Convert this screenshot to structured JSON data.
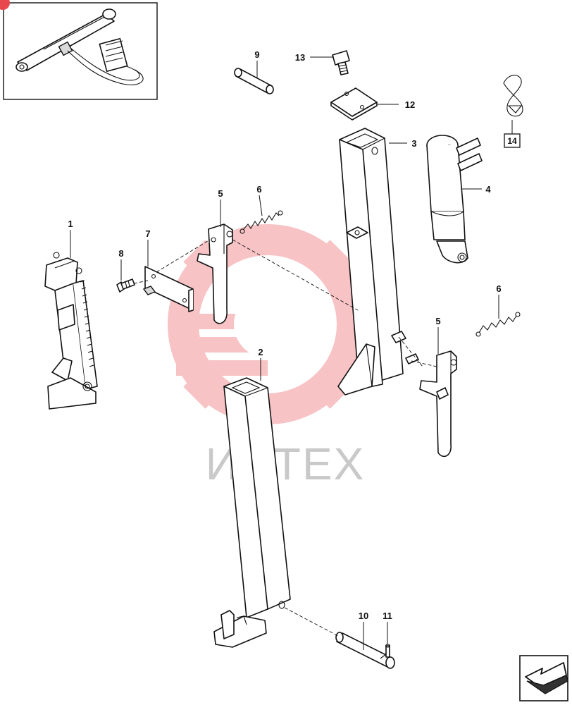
{
  "inset_badge": "",
  "watermark": {
    "text": "ИНТЕХ",
    "color": "#e8474d"
  },
  "callouts": [
    {
      "id": "c9",
      "label": "9"
    },
    {
      "id": "c13",
      "label": "13"
    },
    {
      "id": "c12",
      "label": "12"
    },
    {
      "id": "c3",
      "label": "3"
    },
    {
      "id": "c4",
      "label": "4"
    },
    {
      "id": "c14",
      "label": "14"
    },
    {
      "id": "c5a",
      "label": "5"
    },
    {
      "id": "c6a",
      "label": "6"
    },
    {
      "id": "c1",
      "label": "1"
    },
    {
      "id": "c7",
      "label": "7"
    },
    {
      "id": "c8",
      "label": "8"
    },
    {
      "id": "c6b",
      "label": "6"
    },
    {
      "id": "c5b",
      "label": "5"
    },
    {
      "id": "c2",
      "label": "2"
    },
    {
      "id": "c10",
      "label": "10"
    },
    {
      "id": "c11",
      "label": "11"
    }
  ],
  "nav": {
    "icon": "arrow-navigation-icon"
  }
}
